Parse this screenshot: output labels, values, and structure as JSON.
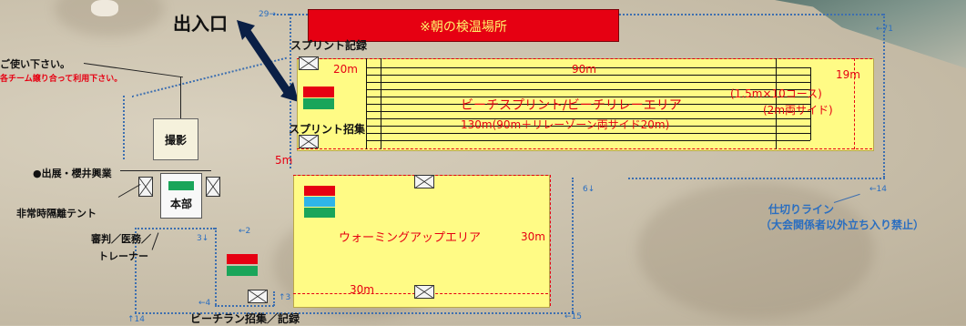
{
  "labels": {
    "entrance": "出入口",
    "morning_check": "※朝の検温場所",
    "sprint_record": "スプリント記録",
    "sprint_call": "スプリント招集",
    "beach_area": "ビーチスプリント/ビーチリレーエリア",
    "course_info": "(1.5m×10コース)",
    "side_info": "(2m両サイド)",
    "length_info": "130m(90m＋リレーゾーン両サイド20m)",
    "d20m": "20m",
    "d90m": "90m",
    "d19m": "19m",
    "d5m": "5m",
    "warm_area": "ウォーミングアップエリア",
    "d30m_right": "30m",
    "d30m_bottom": "30m",
    "photo": "撮影",
    "exhibit": "●出展・櫻井興業",
    "hq": "本部",
    "isolation": "非常時隔離テント",
    "referee": "審判／医務／",
    "trainer": "トレーナー",
    "beach_run": "ビーチラン招集／記録",
    "use_note": "ご使い下さい。",
    "share_note": "各チーム譲り合って利用下さい。",
    "divider1": "仕切りライン",
    "divider2": "（大会関係者以外立ち入り禁止）",
    "n29": "29",
    "n71": "71",
    "n14r": "14",
    "n6": "6",
    "n3a": "3",
    "n2": "2",
    "n4": "4",
    "n3b": "3",
    "n14b": "14",
    "n15": "15"
  },
  "colors": {
    "red": "#e60012",
    "green": "#1aa55a",
    "blue": "#2eb5e8",
    "yellow": "#fffb85",
    "route_blue": "#3d6fb0"
  },
  "icons": {
    "tent": "x-box-tent-icon",
    "arrow": "double-arrow-icon"
  }
}
